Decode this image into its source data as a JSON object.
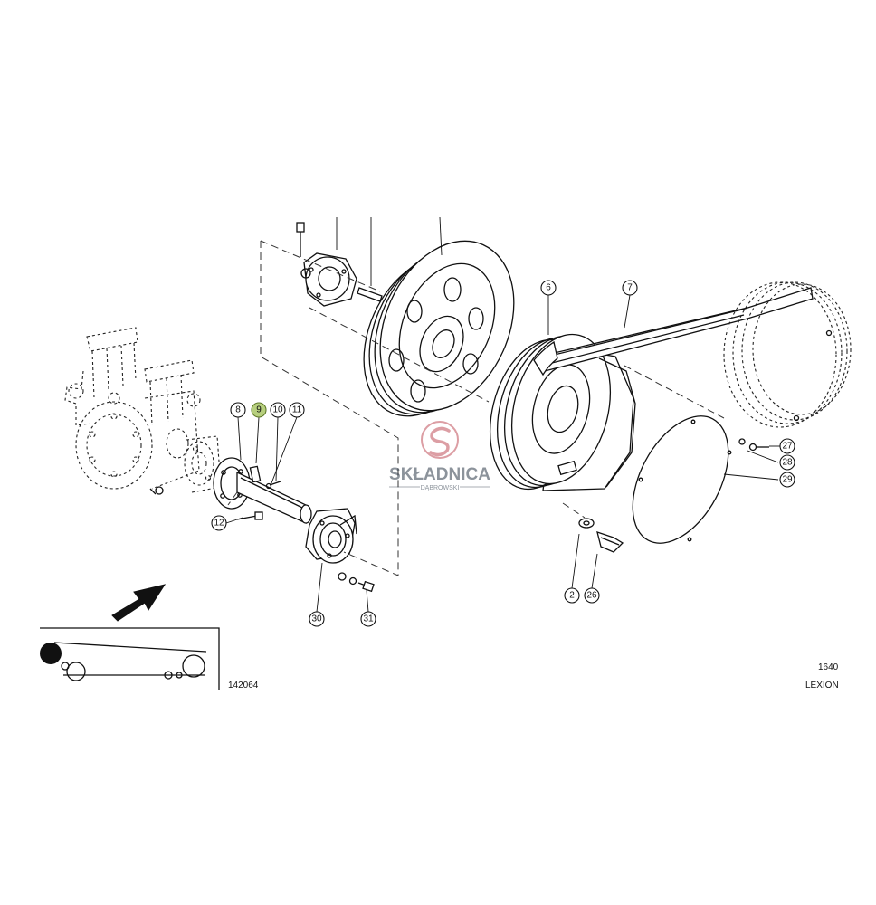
{
  "drawing_number": "142064",
  "corner": {
    "code": "1640",
    "model": "LEXION"
  },
  "watermark": {
    "brand": "SKŁADNICA",
    "sub": "DĄBROWSKI",
    "color": "#c0505a"
  },
  "highlight_color": "#b7cf7e",
  "callouts": [
    {
      "id": "8",
      "label": "8",
      "highlighted": false
    },
    {
      "id": "9",
      "label": "9",
      "highlighted": true
    },
    {
      "id": "10",
      "label": "10",
      "highlighted": false
    },
    {
      "id": "11",
      "label": "11",
      "highlighted": false
    },
    {
      "id": "12",
      "label": "12",
      "highlighted": false
    },
    {
      "id": "6",
      "label": "6",
      "highlighted": false
    },
    {
      "id": "7",
      "label": "7",
      "highlighted": false
    },
    {
      "id": "27",
      "label": "27",
      "highlighted": false
    },
    {
      "id": "28",
      "label": "28",
      "highlighted": false
    },
    {
      "id": "29",
      "label": "29",
      "highlighted": false
    },
    {
      "id": "2",
      "label": "2",
      "highlighted": false
    },
    {
      "id": "26",
      "label": "26",
      "highlighted": false
    },
    {
      "id": "30",
      "label": "30",
      "highlighted": false
    },
    {
      "id": "31",
      "label": "31",
      "highlighted": false
    }
  ]
}
